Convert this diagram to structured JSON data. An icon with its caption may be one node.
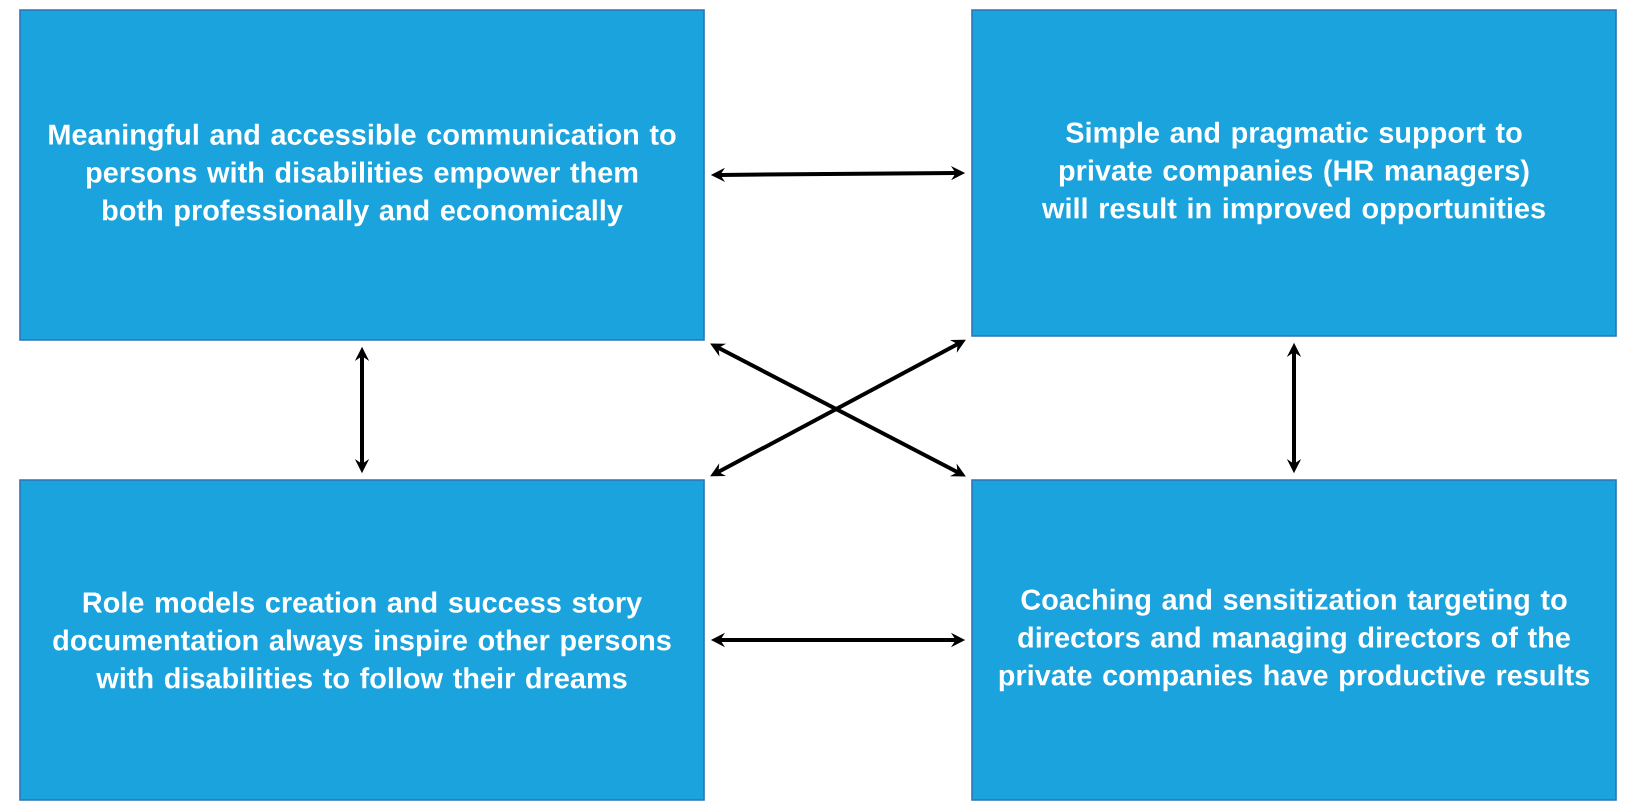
{
  "diagram": {
    "nodes": [
      {
        "text": [
          "Meaningful and accessible communication to persons with disabilities empower them both professionally and economically"
        ]
      },
      {
        "text": [
          "Simple and pragmatic support to private companies (HR managers) will result in improved opportunities"
        ]
      },
      {
        "text": [
          "Role models creation and success story documentation always inspire other persons with disabilities to follow their dreams"
        ]
      },
      {
        "text": [
          "Coaching and sensitization targeting to directors and managing directors of the private companies have productive results"
        ]
      }
    ],
    "edges": [
      {
        "from": 0,
        "to": 1,
        "arrow": "both"
      },
      {
        "from": 0,
        "to": 2,
        "arrow": "both"
      },
      {
        "from": 1,
        "to": 3,
        "arrow": "both"
      },
      {
        "from": 0,
        "to": 3,
        "arrow": "both"
      },
      {
        "from": 1,
        "to": 2,
        "arrow": "both"
      },
      {
        "from": 2,
        "to": 3,
        "arrow": "both"
      }
    ]
  }
}
